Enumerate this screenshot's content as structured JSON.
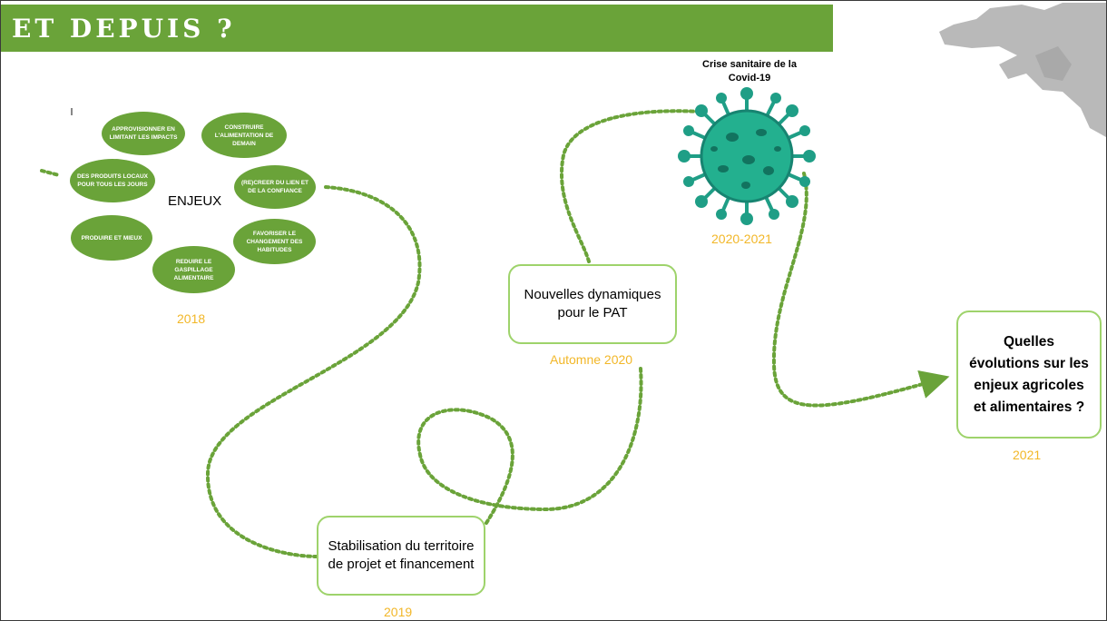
{
  "title": "ET DEPUIS ?",
  "enjeux": {
    "label": "ENJEUX",
    "bubbles": [
      "APPROVISIONNER EN LIMITANT LES IMPACTS",
      "CONSTRUIRE L'ALIMENTATION DE DEMAIN",
      "DES PRODUITS LOCAUX POUR TOUS LES JOURS",
      "(RE)CREER DU LIEN ET DE LA CONFIANCE",
      "PRODUIRE ET MIEUX",
      "FAVORISER LE CHANGEMENT DES HABITUDES",
      "REDUIRE LE GASPILLAGE ALIMENTAIRE"
    ],
    "year": "2018"
  },
  "stabilisation": {
    "text": "Stabilisation du territoire de projet et financement",
    "year": "2019"
  },
  "nouvelles": {
    "text": "Nouvelles dynamiques pour le PAT",
    "year": "Automne 2020"
  },
  "covid": {
    "caption": "Crise sanitaire de la Covid-19",
    "year": "2020-2021"
  },
  "quelles": {
    "text": "Quelles évolutions sur les enjeux agricoles et alimentaires ?",
    "year": "2021"
  },
  "colors": {
    "green": "#6aa339",
    "path_green": "#6aa339",
    "box_border": "#9ed36b",
    "year": "#f2b728",
    "virus": "#1f9e86"
  }
}
